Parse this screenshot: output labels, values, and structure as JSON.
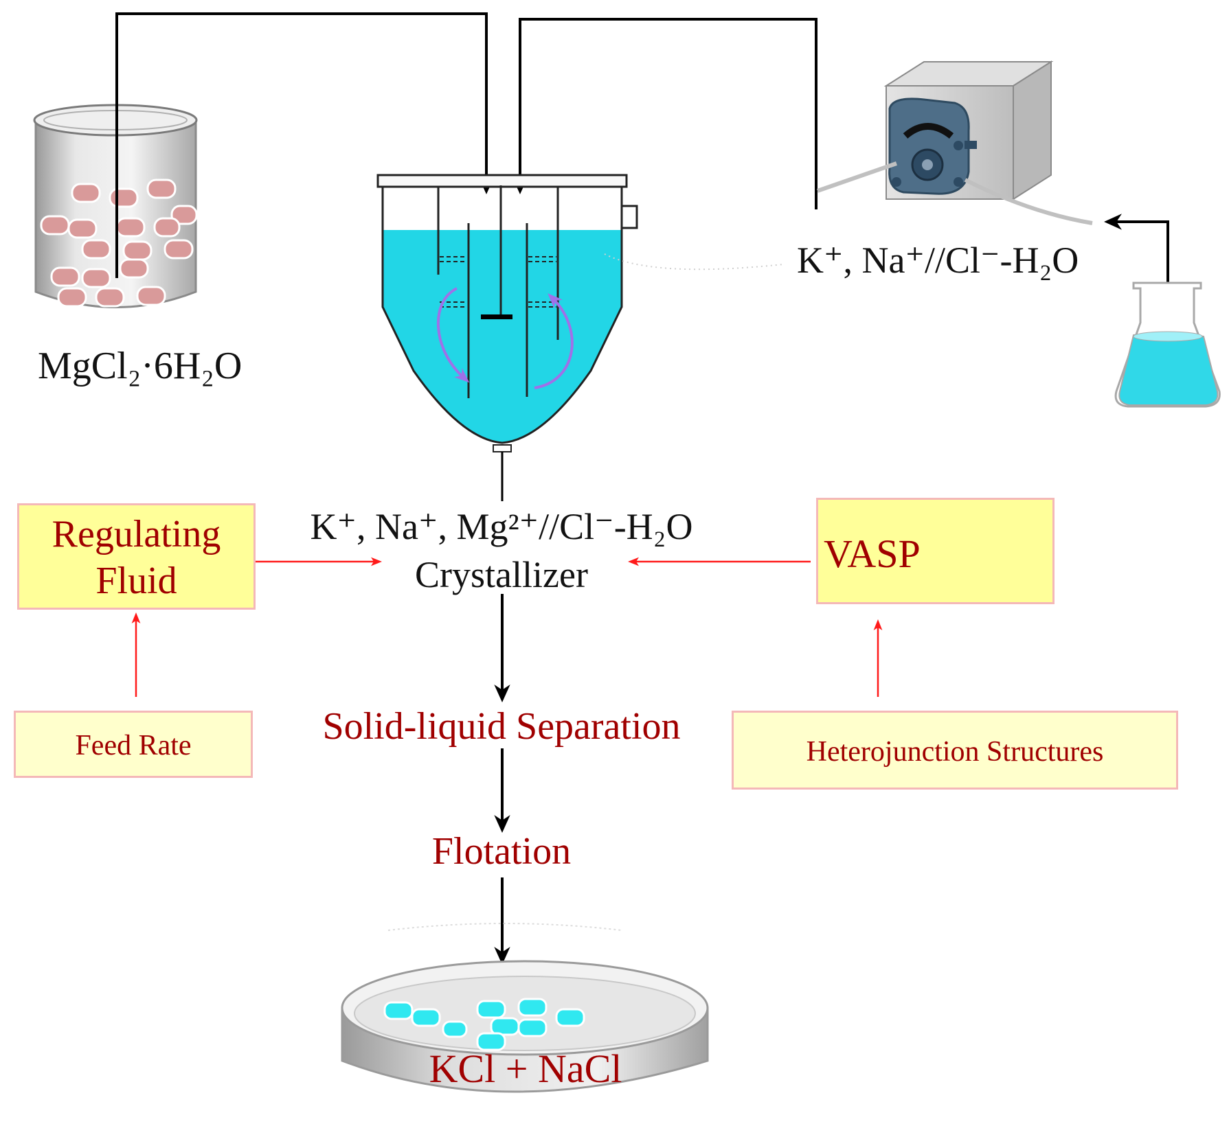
{
  "labels": {
    "mgcl2": "MgCl₂·6H₂O",
    "feed_solution": "K⁺, Na⁺//Cl⁻-H₂O",
    "crystallizer_line1": "K⁺, Na⁺, Mg²⁺//Cl⁻-H₂O",
    "crystallizer_line2": "Crystallizer",
    "regulating_fluid_line1": "Regulating",
    "regulating_fluid_line2": "Fluid",
    "feed_rate": "Feed Rate",
    "vasp": "VASP",
    "heterojunction": "Heterojunction Structures",
    "separation": "Solid-liquid Separation",
    "flotation": "Flotation",
    "product": "KCl + NaCl"
  },
  "colors": {
    "liquid": "#22d6e6",
    "crystal_pink": "#d99a9a",
    "crystal_cyan": "#30e8f0",
    "flow_arrow_purple": "#a070e8",
    "influence_arrow_red": "#ff1a1a",
    "box_fill": "#ffff99",
    "box_fill_light": "#ffffcc",
    "box_border": "#f4b8b8",
    "text_red": "#a00000"
  }
}
